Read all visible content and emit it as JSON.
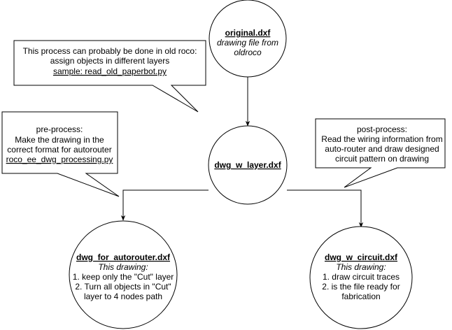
{
  "nodes": {
    "original": {
      "filename": "original.dxf",
      "desc": [
        "drawing file from",
        "oldroco"
      ]
    },
    "layer": {
      "filename": "dwg_w_layer.dxf"
    },
    "autorouter": {
      "filename": "dwg_for_autorouter.dxf",
      "heading": "This drawing:",
      "lines": [
        "1. keep only the \"Cut\" layer",
        "2. Turn all objects in \"Cut\"",
        "layer to 4 nodes path"
      ]
    },
    "circuit": {
      "filename": "dwg_w_circuit.dxf",
      "heading": "This drawing:",
      "lines": [
        "1. draw circuit traces",
        "2. is the file ready for",
        "fabrication"
      ]
    }
  },
  "callouts": {
    "old_roco": {
      "lines": [
        "This process can probably be done in old roco:",
        "assign objects in different layers"
      ],
      "link": "sample: read_old_paperbot.py"
    },
    "pre": {
      "lines": [
        "pre-process:",
        "Make the drawing in the",
        "correct format for autorouter"
      ],
      "link": "roco_ee_dwg_processing.py"
    },
    "post": {
      "lines": [
        "post-process:",
        "Read the wiring information from",
        "auto-router and draw designed",
        "circuit pattern on drawing"
      ]
    }
  },
  "colors": {
    "stroke": "#000000",
    "fill": "#ffffff"
  }
}
